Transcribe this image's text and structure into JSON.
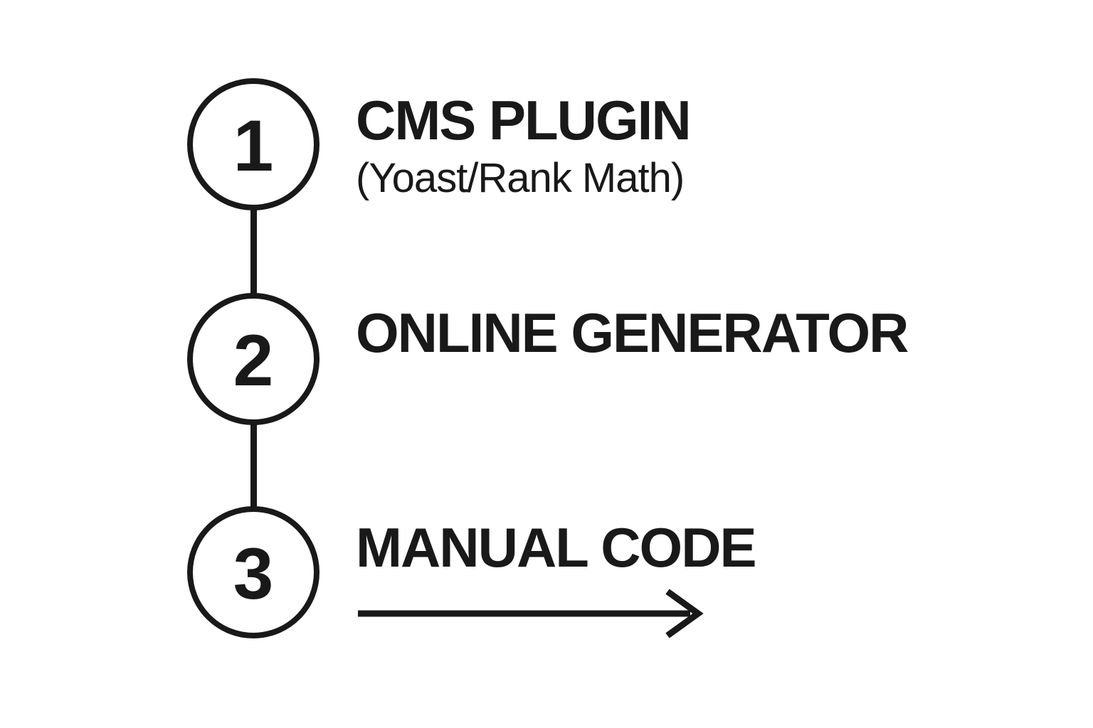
{
  "page": {
    "background_color": "#ffffff",
    "ink_color": "#191919"
  },
  "diagram": {
    "steps": [
      {
        "number": "1",
        "title": "CMS PLUGIN",
        "subtitle": "(Yoast/Rank Math)"
      },
      {
        "number": "2",
        "title": "ONLINE GENERATOR"
      },
      {
        "number": "3",
        "title": "MANUAL CODE"
      }
    ],
    "arrow_icon": "arrow-right"
  }
}
